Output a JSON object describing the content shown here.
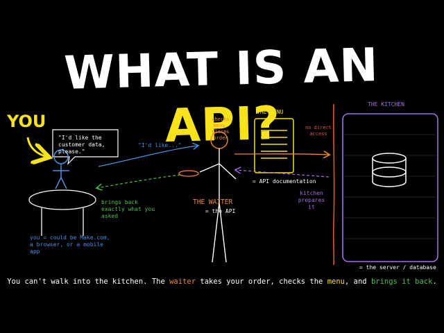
{
  "title": {
    "part1": "WHAT IS AN ",
    "part2": "API?"
  },
  "you": {
    "label": "YOU",
    "speech": "\"I'd like the customer data, please.\"",
    "desc": "you = could be Make.com, a browser, or a mobile app"
  },
  "waiter": {
    "label": "THE WAITER",
    "sub": "= the API",
    "checks": "checks menu, places order"
  },
  "arrows": {
    "request": "\"I'd like...\"",
    "response": "brings back exactly what you asked"
  },
  "menu": {
    "label": "THE MENU",
    "sub": "= API documentation"
  },
  "kitchen": {
    "label": "THE KITCHEN",
    "sub": "= the server / database",
    "no_access": "no direct access",
    "prepares": "kitchen prepares it"
  },
  "caption": {
    "t1": "You can't walk into the kitchen. The ",
    "waiter": "waiter",
    "t2": " takes your order, checks the ",
    "menu": "menu",
    "t3": ", and ",
    "brings": "brings it back",
    "t4": "."
  },
  "colors": {
    "yellow": "#f7e21c",
    "orange": "#f08a2c",
    "purple": "#a56ee6",
    "blue": "#4a90e2",
    "green": "#4cc24c",
    "red": "#e2543c",
    "white": "#ffffff"
  }
}
